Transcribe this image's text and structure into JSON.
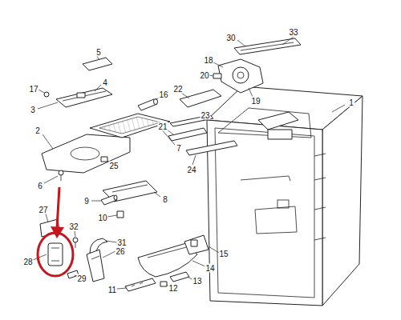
{
  "diagram": {
    "labels": [
      "33",
      "30",
      "5",
      "18",
      "20",
      "19",
      "4",
      "17",
      "3",
      "22",
      "16",
      "1",
      "23",
      "21",
      "24",
      "2",
      "7",
      "25",
      "6",
      "9",
      "10",
      "8",
      "27",
      "32",
      "31",
      "26",
      "28",
      "15",
      "14",
      "29",
      "11",
      "12",
      "13"
    ]
  }
}
